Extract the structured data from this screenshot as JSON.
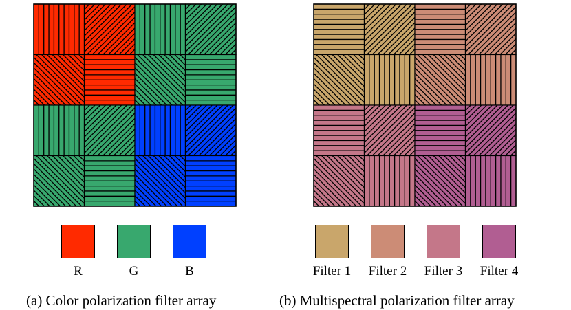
{
  "palettes": {
    "rgb": {
      "R": "#ff2a00",
      "G": "#38a86e",
      "B": "#0040ff"
    },
    "multispectral": {
      "F1": "#c9a66b",
      "F2": "#cc8c76",
      "F3": "#c47789",
      "F4": "#b15e92"
    }
  },
  "panels": [
    {
      "id": "a",
      "caption": "(a) Color polarization filter array",
      "cells": [
        [
          {
            "c": "R",
            "o": "v"
          },
          {
            "c": "R",
            "o": "d45"
          },
          {
            "c": "G",
            "o": "v"
          },
          {
            "c": "G",
            "o": "d45"
          }
        ],
        [
          {
            "c": "R",
            "o": "d135"
          },
          {
            "c": "R",
            "o": "h"
          },
          {
            "c": "G",
            "o": "d135"
          },
          {
            "c": "G",
            "o": "h"
          }
        ],
        [
          {
            "c": "G",
            "o": "v"
          },
          {
            "c": "G",
            "o": "d45"
          },
          {
            "c": "B",
            "o": "v"
          },
          {
            "c": "B",
            "o": "d45"
          }
        ],
        [
          {
            "c": "G",
            "o": "d135"
          },
          {
            "c": "G",
            "o": "h"
          },
          {
            "c": "B",
            "o": "d135"
          },
          {
            "c": "B",
            "o": "h"
          }
        ]
      ],
      "legend": [
        {
          "key": "R",
          "label": "R"
        },
        {
          "key": "G",
          "label": "G"
        },
        {
          "key": "B",
          "label": "B"
        }
      ]
    },
    {
      "id": "b",
      "caption": "(b) Multispectral polarization filter array",
      "cells": [
        [
          {
            "c": "F1",
            "o": "h"
          },
          {
            "c": "F1",
            "o": "d45"
          },
          {
            "c": "F2",
            "o": "h"
          },
          {
            "c": "F2",
            "o": "d45"
          }
        ],
        [
          {
            "c": "F1",
            "o": "d135"
          },
          {
            "c": "F1",
            "o": "v"
          },
          {
            "c": "F2",
            "o": "d135"
          },
          {
            "c": "F2",
            "o": "v"
          }
        ],
        [
          {
            "c": "F3",
            "o": "h"
          },
          {
            "c": "F3",
            "o": "d45"
          },
          {
            "c": "F4",
            "o": "h"
          },
          {
            "c": "F4",
            "o": "d45"
          }
        ],
        [
          {
            "c": "F3",
            "o": "d135"
          },
          {
            "c": "F3",
            "o": "v"
          },
          {
            "c": "F4",
            "o": "d135"
          },
          {
            "c": "F4",
            "o": "v"
          }
        ]
      ],
      "legend": [
        {
          "key": "F1",
          "label": "Filter 1"
        },
        {
          "key": "F2",
          "label": "Filter 2"
        },
        {
          "key": "F3",
          "label": "Filter 3"
        },
        {
          "key": "F4",
          "label": "Filter 4"
        }
      ]
    }
  ]
}
